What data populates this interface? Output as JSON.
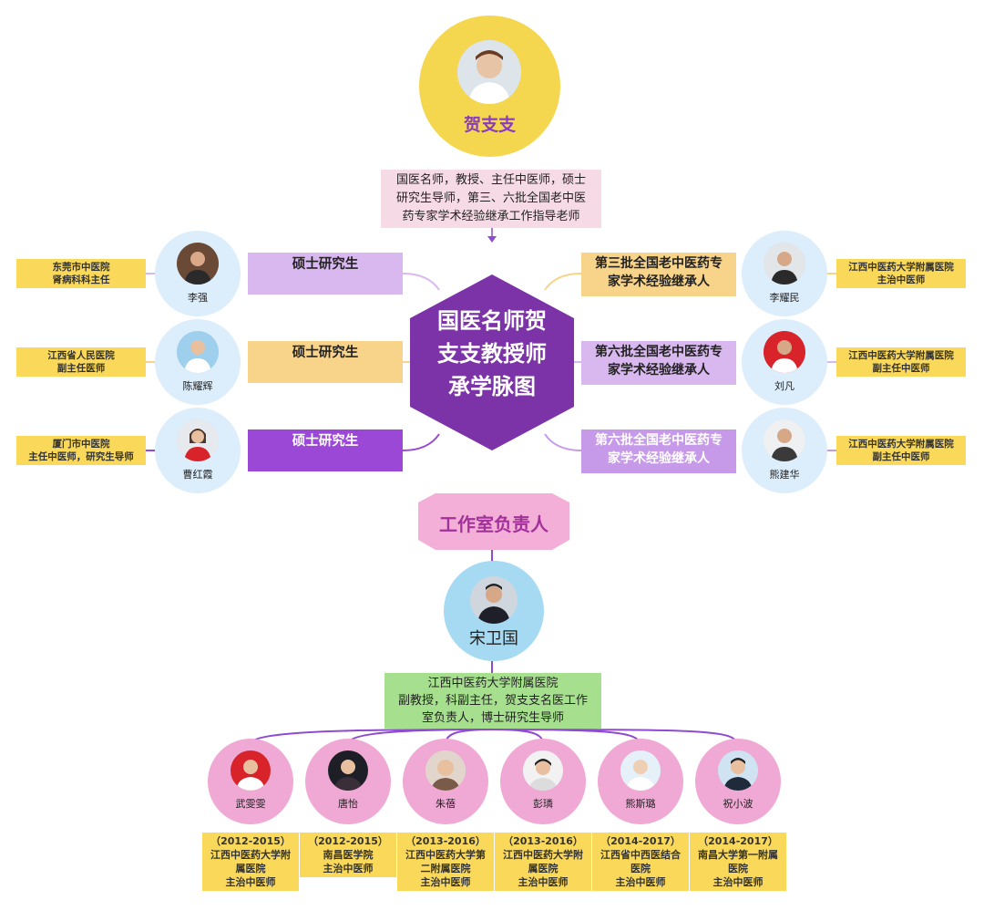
{
  "top": {
    "name": "贺支支",
    "description_lines": [
      "国医名师，教授、主任中医师，硕士",
      "研究生导师，第三、六批全国老中医",
      "药专家学术经验继承工作指导老师"
    ]
  },
  "center": {
    "title_lines": [
      "国医名师贺",
      "支支教授师",
      "承学脉图"
    ]
  },
  "left_people": [
    {
      "name": "李强",
      "relation": "硕士研究生",
      "note_lines": [
        "东莞市中医院",
        "肾病科科主任"
      ]
    },
    {
      "name": "陈耀辉",
      "relation": "硕士研究生",
      "note_lines": [
        "江西省人民医院",
        "副主任医师"
      ]
    },
    {
      "name": "曹红霞",
      "relation": "硕士研究生",
      "note_lines": [
        "厦门市中医院",
        "主任中医师，研究生导师"
      ]
    }
  ],
  "right_people": [
    {
      "name": "李耀民",
      "relation_lines": [
        "第三批全国老中医药专",
        "家学术经验继承人"
      ],
      "note_lines": [
        "江西中医药大学附属医院",
        "主治中医师"
      ]
    },
    {
      "name": "刘凡",
      "relation_lines": [
        "第六批全国老中医药专",
        "家学术经验继承人"
      ],
      "note_lines": [
        "江西中医药大学附属医院",
        "副主任中医师"
      ]
    },
    {
      "name": "熊建华",
      "relation_lines": [
        "第六批全国老中医药专",
        "家学术经验继承人"
      ],
      "note_lines": [
        "江西中医药大学附属医院",
        "副主任中医师"
      ]
    }
  ],
  "studio": {
    "title": "工作室负责人",
    "name": "宋卫国",
    "description_lines": [
      "江西中医药大学附属医院",
      "副教授，科副主任，贺支支名医工作",
      "室负责人，博士研究生导师"
    ]
  },
  "students": [
    {
      "name": "武雯雯",
      "note_lines": [
        "（2012-2015）",
        "江西中医药大学附",
        "属医院",
        "主治中医师"
      ]
    },
    {
      "name": "唐怡",
      "note_lines": [
        "（2012-2015）",
        "南昌医学院",
        "主治中医师"
      ]
    },
    {
      "name": "朱蓓",
      "note_lines": [
        "（2013-2016）",
        "江西中医药大学第",
        "二附属医院",
        "主治中医师"
      ]
    },
    {
      "name": "彭璘",
      "note_lines": [
        "（2013-2016）",
        "江西中医药大学附",
        "属医院",
        "主治中医师"
      ]
    },
    {
      "name": "熊斯璐",
      "note_lines": [
        "（2014-2017）",
        "江西省中西医结合",
        "医院",
        "主治中医师"
      ]
    },
    {
      "name": "祝小波",
      "note_lines": [
        "（2014-2017）",
        "南昌大学第一附属",
        "医院",
        "主治中医师"
      ]
    }
  ],
  "colors": {
    "top_circle": "#f4d64f",
    "center_hex": "#7c33a8",
    "side_circle": "#dcedfb",
    "note_yellow": "#fad95a",
    "relation_lilac": "#d9b8f0",
    "relation_orange": "#f8d38a",
    "relation_purple": "#9b48d6",
    "studio_pink": "#f3afd8",
    "mid_circle": "#a6daf3",
    "mid_desc_green": "#a6e08e",
    "student_pink": "#f0a8d4",
    "connector_purple": "#8e4bd0"
  }
}
